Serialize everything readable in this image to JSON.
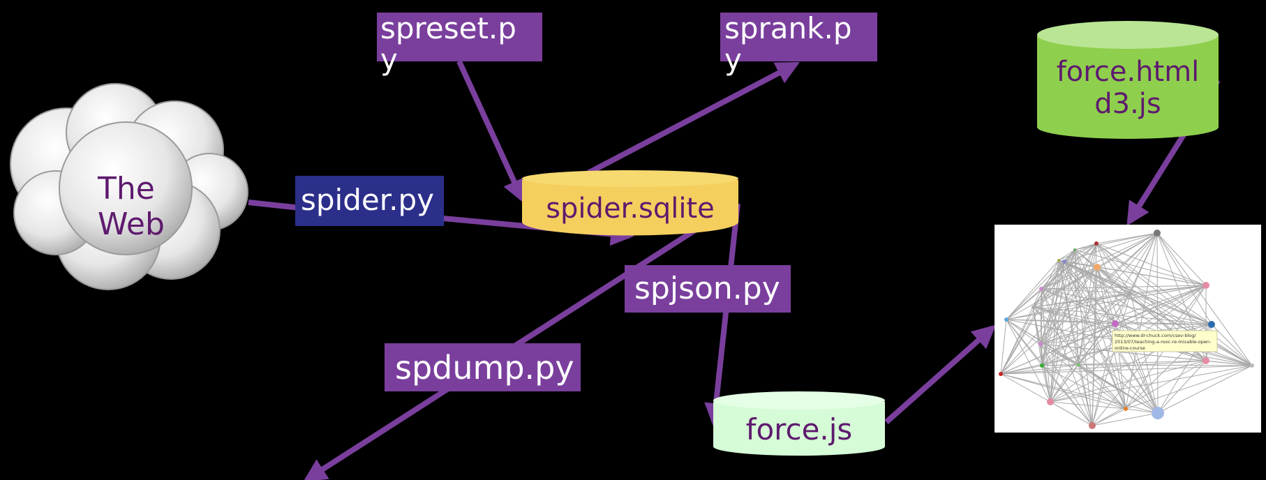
{
  "cloud": {
    "label_line1": "The",
    "label_line2": "Web"
  },
  "scripts": {
    "spider": "spider.py",
    "spreset": "spreset.p\ny",
    "sprank": "sprank.p\ny",
    "spjson": "spjson.py",
    "spdump": "spdump.py"
  },
  "databases": {
    "sqlite": "spider.sqlite",
    "forcejs": "force.js",
    "html_line1": "force.html",
    "html_line2": "d3.js"
  },
  "graph": {
    "tooltip_lines": [
      "http://www.dr-chuck.com/csev-blog/",
      "2013/07/teaching-a-rooc-re-mixable-open-",
      "online-course"
    ]
  },
  "colors": {
    "arrow": "#7a3f9d",
    "script_box": "#7a3f9d",
    "spider_box": "#2b2f8a",
    "sqlite_db": "#f4cf5e",
    "forcejs_db": "#d5fcd6",
    "html_db": "#8fcf4e",
    "db_text": "#5e1a6e"
  }
}
